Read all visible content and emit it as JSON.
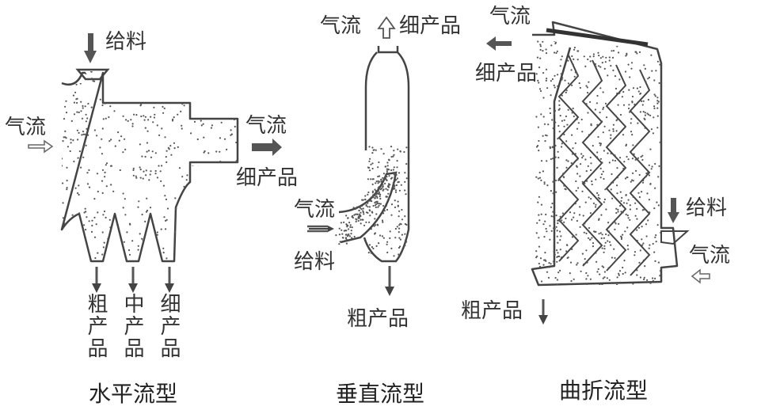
{
  "horizontal": {
    "feed": "给料",
    "airflow_in": "气流",
    "airflow_out": "气流",
    "fine_product": "细产品",
    "outlets": [
      "粗产品",
      "中产品",
      "细产品"
    ],
    "caption": "水平流型"
  },
  "vertical": {
    "airflow_top": "气流",
    "fine_product_top": "细产品",
    "airflow_in": "气流",
    "feed": "给料",
    "coarse_product": "粗产品",
    "caption": "垂直流型"
  },
  "zigzag": {
    "airflow_top": "气流",
    "fine_product": "细产品",
    "feed": "给料",
    "airflow_in": "气流",
    "coarse_product": "粗产品",
    "caption": "曲折流型"
  },
  "colors": {
    "ink": "#333333",
    "outline": "#444444",
    "dots": "#555555"
  }
}
